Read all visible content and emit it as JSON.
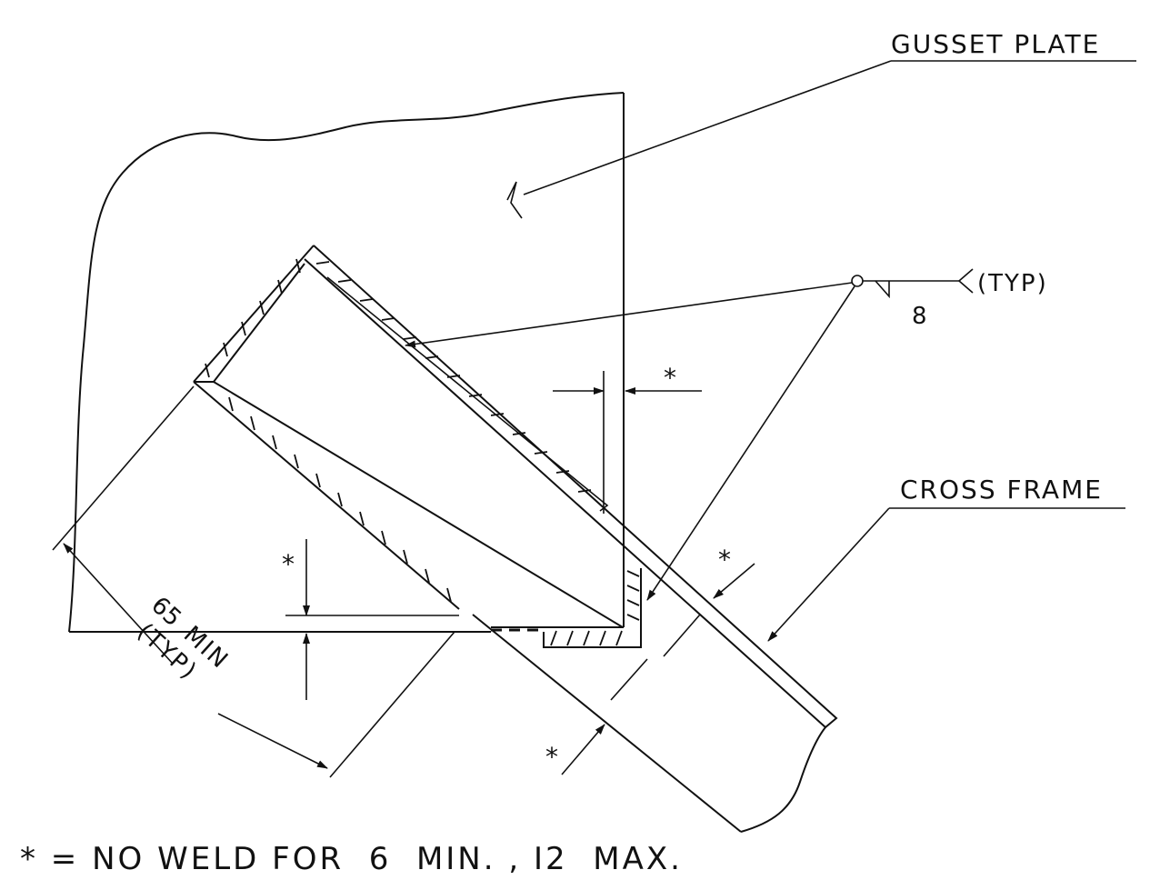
{
  "labels": {
    "gusset_plate": "GUSSET PLATE",
    "cross_frame": "CROSS FRAME",
    "typ": "(TYP)",
    "weld_size": "8",
    "star": "*",
    "dim_65": "65",
    "dim_min": "MIN",
    "dim_typ": "(TYP)"
  },
  "note": {
    "text": "* = NO WELD FOR  6  MIN. , I2  MAX."
  }
}
